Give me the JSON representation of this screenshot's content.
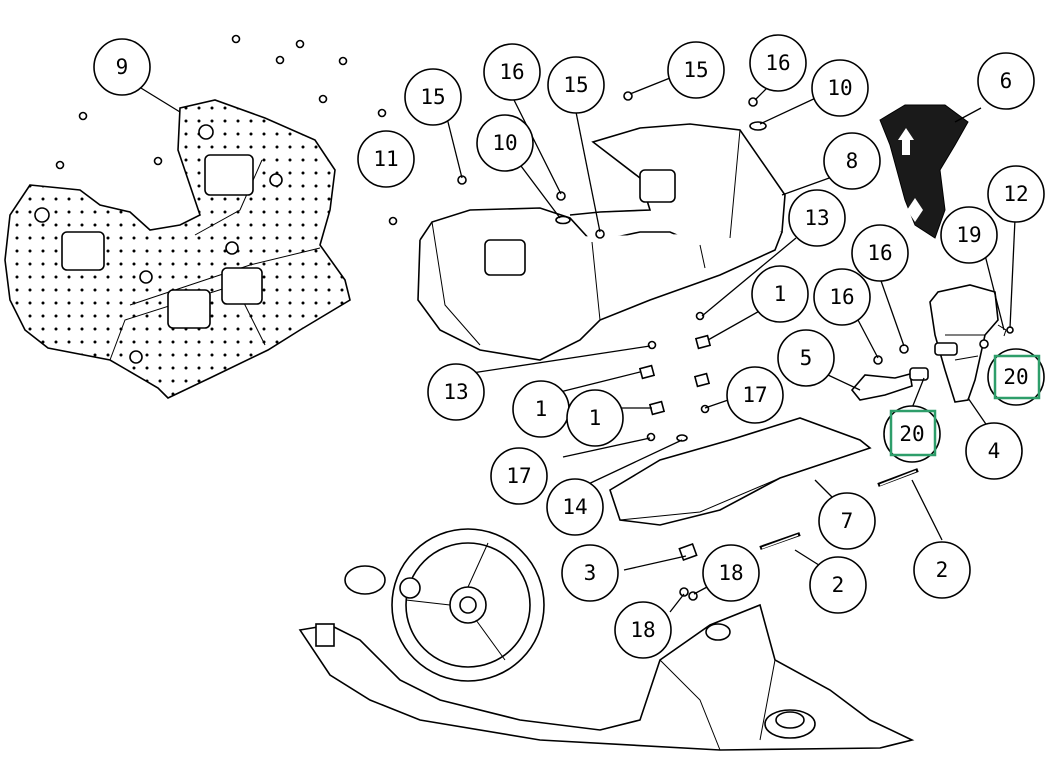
{
  "diagram": {
    "callouts": [
      {
        "id": "c9",
        "label": "9"
      },
      {
        "id": "c15a",
        "label": "15"
      },
      {
        "id": "c16a",
        "label": "16"
      },
      {
        "id": "c15b",
        "label": "15"
      },
      {
        "id": "c15c",
        "label": "15"
      },
      {
        "id": "c16b",
        "label": "16"
      },
      {
        "id": "c10a",
        "label": "10"
      },
      {
        "id": "c10b",
        "label": "10"
      },
      {
        "id": "c6",
        "label": "6"
      },
      {
        "id": "c11",
        "label": "11"
      },
      {
        "id": "c8",
        "label": "8"
      },
      {
        "id": "c12",
        "label": "12"
      },
      {
        "id": "c13a",
        "label": "13"
      },
      {
        "id": "c19",
        "label": "19"
      },
      {
        "id": "c16c",
        "label": "16"
      },
      {
        "id": "c1a",
        "label": "1"
      },
      {
        "id": "c16d",
        "label": "16"
      },
      {
        "id": "c5",
        "label": "5"
      },
      {
        "id": "c20a",
        "label": "20"
      },
      {
        "id": "c13b",
        "label": "13"
      },
      {
        "id": "c1b",
        "label": "1"
      },
      {
        "id": "c17a",
        "label": "17"
      },
      {
        "id": "c1c",
        "label": "1"
      },
      {
        "id": "c20b",
        "label": "20"
      },
      {
        "id": "c4",
        "label": "4"
      },
      {
        "id": "c17b",
        "label": "17"
      },
      {
        "id": "c14",
        "label": "14"
      },
      {
        "id": "c7",
        "label": "7"
      },
      {
        "id": "c2a",
        "label": "2"
      },
      {
        "id": "c3",
        "label": "3"
      },
      {
        "id": "c18a",
        "label": "18"
      },
      {
        "id": "c2b",
        "label": "2"
      },
      {
        "id": "c18b",
        "label": "18"
      }
    ],
    "colors": {
      "line": "#000000",
      "highlight_box": "#2e9e6a",
      "background": "#ffffff",
      "dark_part": "#1a1a1a"
    }
  }
}
